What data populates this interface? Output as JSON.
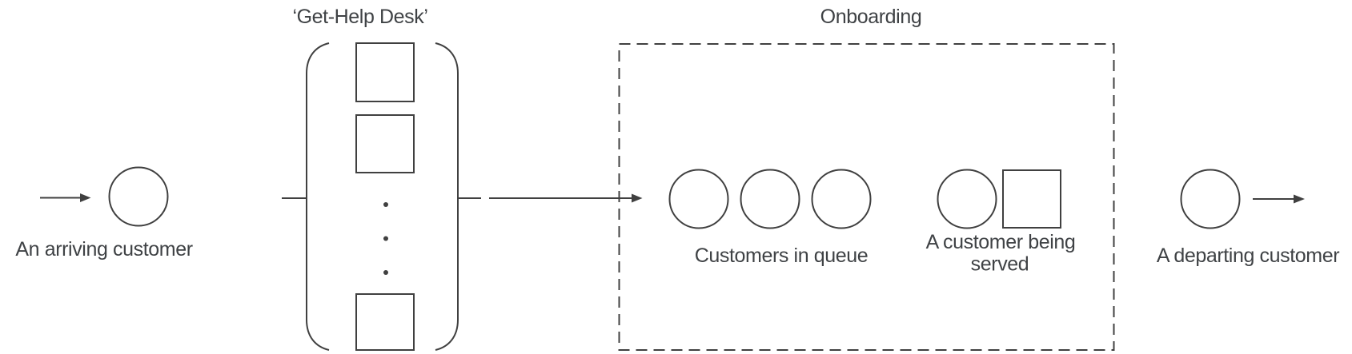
{
  "diagram": {
    "background_color": "#ffffff",
    "stroke_color": "#404040",
    "text_color": "#3f4245",
    "arriving": {
      "label": "An arriving customer"
    },
    "desk": {
      "title": "‘Get-Help Desk’",
      "server_square_count": 3,
      "ellipsis_dot_count": 3
    },
    "onboarding": {
      "title": "Onboarding",
      "queue_label": "Customers in queue",
      "queue_circle_count": 3,
      "served_label_line1": "A customer being",
      "served_label_line2": "served"
    },
    "departing": {
      "label": "A departing customer"
    }
  }
}
